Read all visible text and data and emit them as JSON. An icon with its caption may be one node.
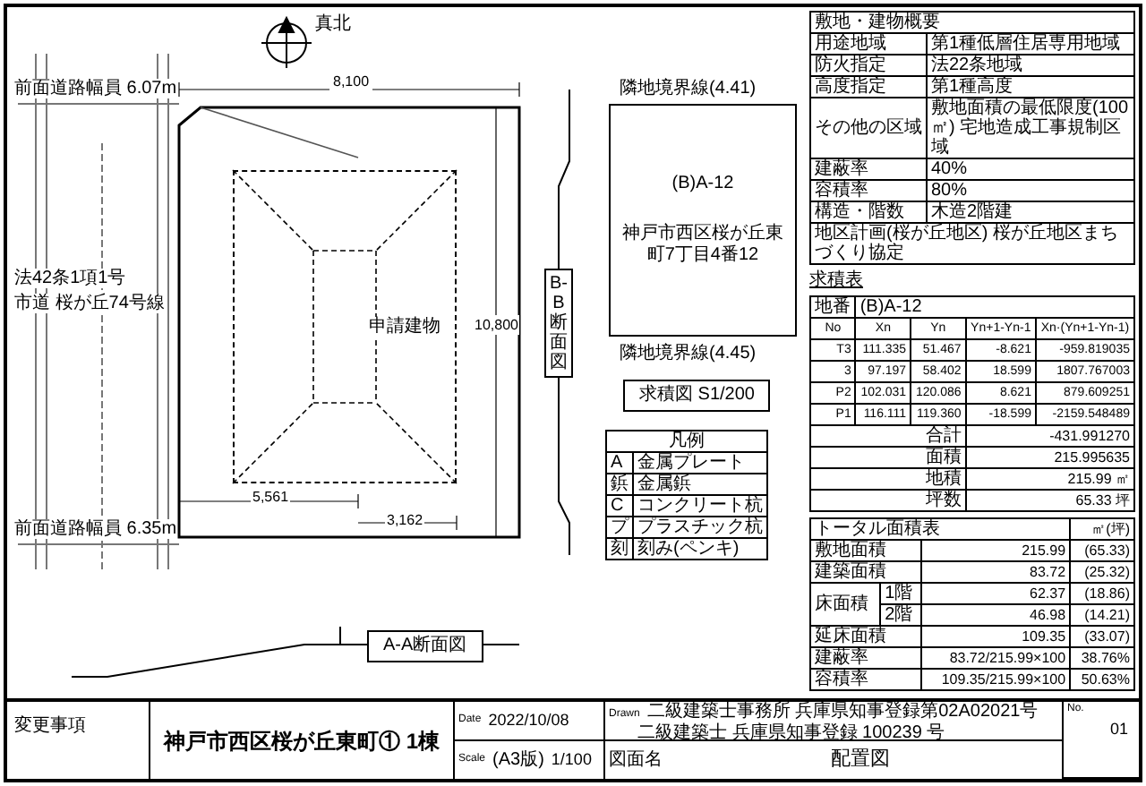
{
  "diagram": {
    "nodes": [
      {
        "text": [
          "申請建物"
        ]
      },
      {
        "text": [
          "(B)A-12",
          "神戸市西区桜が丘東町7丁目4番12"
        ]
      },
      {
        "text": [
          "求積図 S1/200"
        ]
      },
      {
        "text": [
          "A-A断面図"
        ]
      },
      {
        "text": [
          "B-B断面図"
        ]
      }
    ],
    "labels": [
      "真北",
      "前面道路幅員 6.07m",
      "法42条1項1号",
      "市道 桜が丘74号線",
      "前面道路幅員 6.35m",
      "8,100",
      "10,800",
      "5,561",
      "3,162",
      "隣地境界線(4.41)",
      "隣地境界線(4.45)",
      "敷地・建物概要",
      "用途地域",
      "第1種低層住居専用地域",
      "防火指定",
      "法22条地域",
      "高度指定",
      "第1種高度",
      "その他の区域",
      "敷地面積の最低限度(100㎡) 宅地造成工事規制区域",
      "建蔽率",
      "40%",
      "容積率",
      "80%",
      "構造・階数",
      "木造2階建",
      "地区計画(桜が丘地区) 桜が丘地区まちづくり協定",
      "求積表",
      "地番",
      "(B)A-12",
      "No",
      "Xn",
      "Yn",
      "Yn+1-Yn-1",
      "Xn·(Yn+1-Yn-1)",
      "T3",
      "111.335",
      "51.467",
      "-8.621",
      "-959.819035",
      "3",
      "97.197",
      "58.402",
      "18.599",
      "1807.767003",
      "P2",
      "102.031",
      "120.086",
      "8.621",
      "879.609251",
      "P1",
      "116.111",
      "119.360",
      "-18.599",
      "-2159.548489",
      "合計",
      "-431.991270",
      "面積",
      "215.995635",
      "地積",
      "215.99 ㎡",
      "坪数",
      "65.33 坪",
      "トータル面積表",
      "㎡(坪)",
      "敷地面積",
      "215.99",
      "(65.33)",
      "建築面積",
      "83.72",
      "(25.32)",
      "床面積",
      "1階",
      "62.37",
      "(18.86)",
      "2階",
      "46.98",
      "(14.21)",
      "延床面積",
      "109.35",
      "(33.07)",
      "建蔽率",
      "83.72/215.99×100",
      "38.76%",
      "容積率",
      "109.35/215.99×100",
      "50.63%",
      "凡例",
      "A",
      "金属プレート",
      "鋲",
      "金属鋲",
      "C",
      "コンクリート杭",
      "プ",
      "プラスチック杭",
      "刻",
      "刻み(ペンキ)",
      "変更事項",
      "神戸市西区桜が丘東町① 1棟",
      "Date",
      "2022/10/08",
      "Scale",
      "(A3版)",
      "1/100",
      "Drawn",
      "二級建築士事務所 兵庫県知事登録第02A02021号",
      "二級建築士 兵庫県知事登録 100239 号",
      "図面名",
      "配置図",
      "No.",
      "01"
    ]
  }
}
